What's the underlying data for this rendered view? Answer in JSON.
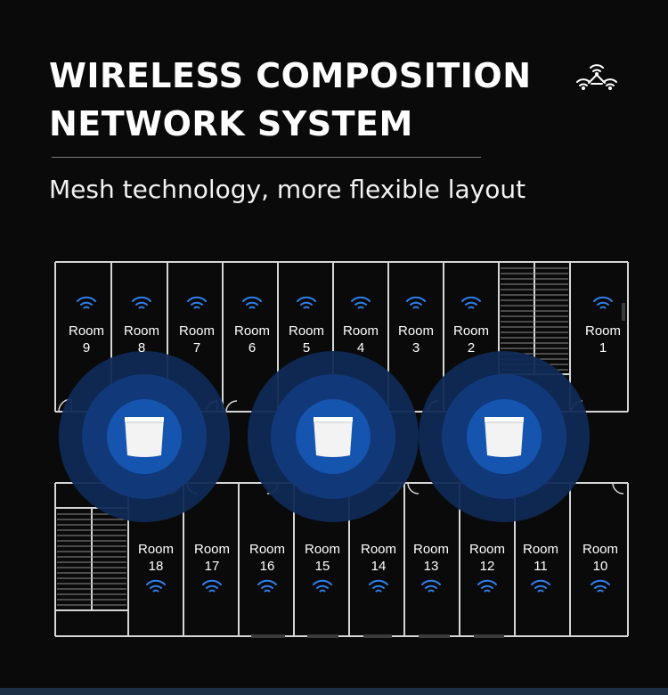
{
  "header": {
    "title_line1": "WIRELESS COMPOSITION",
    "title_line2": "NETWORK SYSTEM",
    "subtitle": "Mesh technology, more flexible layout",
    "icon": "mesh-network-icon"
  },
  "floorplan": {
    "room_word": "Room",
    "top_rooms": [
      {
        "number": "9"
      },
      {
        "number": "8"
      },
      {
        "number": "7"
      },
      {
        "number": "6"
      },
      {
        "number": "5"
      },
      {
        "number": "4"
      },
      {
        "number": "3"
      },
      {
        "number": "2"
      },
      {
        "number": "1"
      }
    ],
    "bottom_rooms": [
      {
        "number": "18"
      },
      {
        "number": "17"
      },
      {
        "number": "16"
      },
      {
        "number": "15"
      },
      {
        "number": "14"
      },
      {
        "number": "13"
      },
      {
        "number": "12"
      },
      {
        "number": "11"
      },
      {
        "number": "10"
      }
    ],
    "router_count": 3,
    "icons": {
      "signal": "wifi-signal-icon",
      "router": "mesh-router-icon"
    }
  },
  "colors": {
    "background": "#0a0a0b",
    "wall": "#d6d6d6",
    "wifi": "#2f7fe8",
    "coverage_outer": "#0f2a55",
    "coverage_mid": "#11397a",
    "coverage_inner": "#1555b0",
    "router_body": "#f3f3f3"
  }
}
